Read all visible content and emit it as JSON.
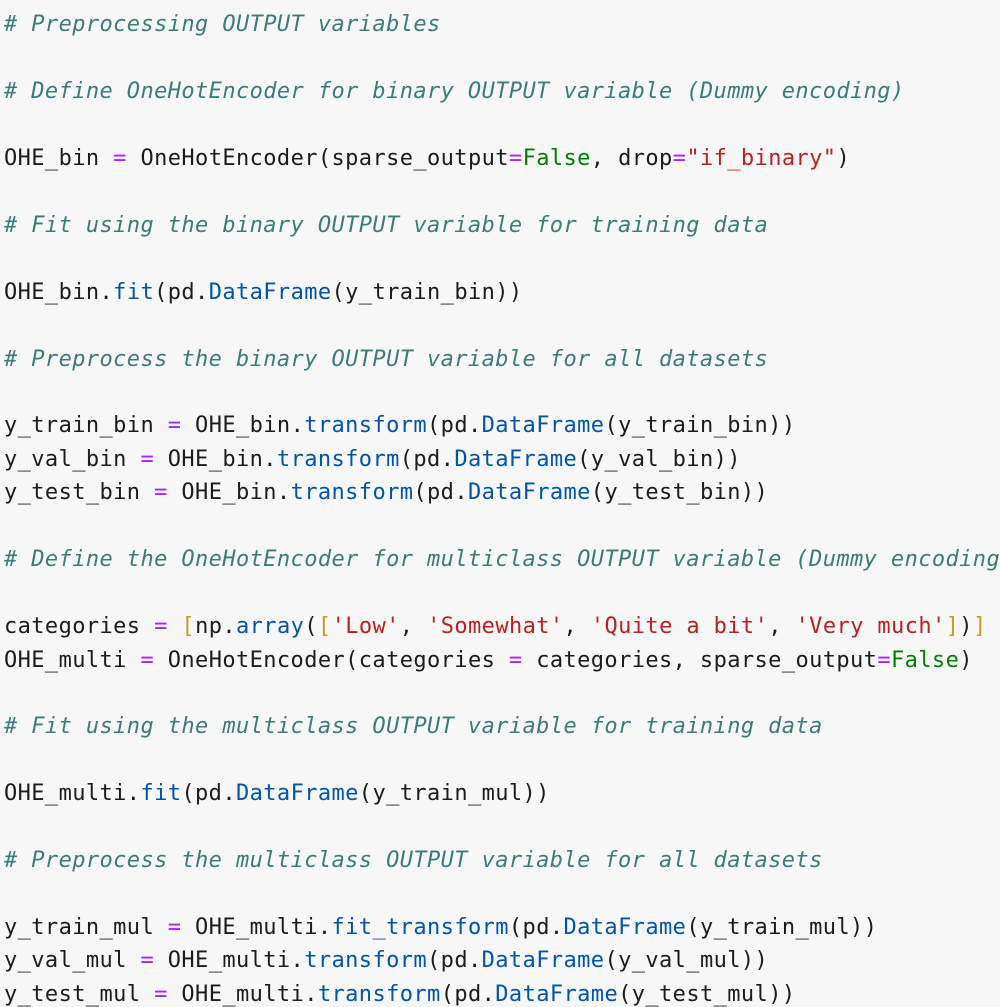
{
  "colors": {
    "background": "#f7f7f7",
    "default": "#1c1c1c",
    "comment": "#3d7b7b",
    "operator": "#aa22ff",
    "keyword": "#008000",
    "string": "#ba2121",
    "builtin": "#0054aa",
    "bracket": "#c89a2a"
  },
  "code_lines": [
    {
      "kind": "comment",
      "tokens": [
        {
          "t": "# Preprocessing OUTPUT variables",
          "c": "comment"
        }
      ]
    },
    {
      "kind": "comment",
      "tokens": [
        {
          "t": "# Define OneHotEncoder for binary OUTPUT variable (Dummy encoding)",
          "c": "comment"
        }
      ]
    },
    {
      "kind": "code",
      "tokens": [
        {
          "t": "OHE_bin ",
          "c": "default"
        },
        {
          "t": "=",
          "c": "operator"
        },
        {
          "t": " OneHotEncoder(sparse_output",
          "c": "default"
        },
        {
          "t": "=",
          "c": "operator"
        },
        {
          "t": "False",
          "c": "keyword"
        },
        {
          "t": ", drop",
          "c": "default"
        },
        {
          "t": "=",
          "c": "operator"
        },
        {
          "t": "\"if_binary\"",
          "c": "string"
        },
        {
          "t": ")",
          "c": "default"
        }
      ]
    },
    {
      "kind": "comment",
      "tokens": [
        {
          "t": "# Fit using the binary OUTPUT variable for training data",
          "c": "comment"
        }
      ]
    },
    {
      "kind": "code",
      "tokens": [
        {
          "t": "OHE_bin.",
          "c": "default"
        },
        {
          "t": "fit",
          "c": "builtin"
        },
        {
          "t": "(pd.",
          "c": "default"
        },
        {
          "t": "DataFrame",
          "c": "builtin"
        },
        {
          "t": "(y_train_bin))",
          "c": "default"
        }
      ]
    },
    {
      "kind": "comment",
      "tokens": [
        {
          "t": "# Preprocess the binary OUTPUT variable for all datasets",
          "c": "comment"
        }
      ]
    },
    {
      "kind": "code",
      "tokens": [
        {
          "t": "y_train_bin ",
          "c": "default"
        },
        {
          "t": "=",
          "c": "operator"
        },
        {
          "t": " OHE_bin.",
          "c": "default"
        },
        {
          "t": "transform",
          "c": "builtin"
        },
        {
          "t": "(pd.",
          "c": "default"
        },
        {
          "t": "DataFrame",
          "c": "builtin"
        },
        {
          "t": "(y_train_bin))",
          "c": "default"
        }
      ]
    },
    {
      "kind": "code",
      "tokens": [
        {
          "t": "y_val_bin ",
          "c": "default"
        },
        {
          "t": "=",
          "c": "operator"
        },
        {
          "t": " OHE_bin.",
          "c": "default"
        },
        {
          "t": "transform",
          "c": "builtin"
        },
        {
          "t": "(pd.",
          "c": "default"
        },
        {
          "t": "DataFrame",
          "c": "builtin"
        },
        {
          "t": "(y_val_bin))",
          "c": "default"
        }
      ]
    },
    {
      "kind": "code",
      "tokens": [
        {
          "t": "y_test_bin ",
          "c": "default"
        },
        {
          "t": "=",
          "c": "operator"
        },
        {
          "t": " OHE_bin.",
          "c": "default"
        },
        {
          "t": "transform",
          "c": "builtin"
        },
        {
          "t": "(pd.",
          "c": "default"
        },
        {
          "t": "DataFrame",
          "c": "builtin"
        },
        {
          "t": "(y_test_bin))",
          "c": "default"
        }
      ]
    },
    {
      "kind": "comment",
      "tokens": [
        {
          "t": "# Define the OneHotEncoder for multiclass OUTPUT variable (Dummy encoding)",
          "c": "comment"
        }
      ]
    },
    {
      "kind": "code",
      "tokens": [
        {
          "t": "categories ",
          "c": "default"
        },
        {
          "t": "=",
          "c": "operator"
        },
        {
          "t": " ",
          "c": "default"
        },
        {
          "t": "[",
          "c": "bracket"
        },
        {
          "t": "np.",
          "c": "default"
        },
        {
          "t": "array",
          "c": "builtin"
        },
        {
          "t": "(",
          "c": "default"
        },
        {
          "t": "[",
          "c": "bracket"
        },
        {
          "t": "'Low'",
          "c": "string"
        },
        {
          "t": ", ",
          "c": "default"
        },
        {
          "t": "'Somewhat'",
          "c": "string"
        },
        {
          "t": ", ",
          "c": "default"
        },
        {
          "t": "'Quite a bit'",
          "c": "string"
        },
        {
          "t": ", ",
          "c": "default"
        },
        {
          "t": "'Very much'",
          "c": "string"
        },
        {
          "t": "]",
          "c": "bracket"
        },
        {
          "t": ")",
          "c": "default"
        },
        {
          "t": "]",
          "c": "bracket"
        }
      ]
    },
    {
      "kind": "code",
      "tokens": [
        {
          "t": "OHE_multi ",
          "c": "default"
        },
        {
          "t": "=",
          "c": "operator"
        },
        {
          "t": " OneHotEncoder(categories ",
          "c": "default"
        },
        {
          "t": "=",
          "c": "operator"
        },
        {
          "t": " categories, sparse_output",
          "c": "default"
        },
        {
          "t": "=",
          "c": "operator"
        },
        {
          "t": "False",
          "c": "keyword"
        },
        {
          "t": ")",
          "c": "default"
        }
      ]
    },
    {
      "kind": "comment",
      "tokens": [
        {
          "t": "# Fit using the multiclass OUTPUT variable for training data",
          "c": "comment"
        }
      ]
    },
    {
      "kind": "code",
      "tokens": [
        {
          "t": "OHE_multi.",
          "c": "default"
        },
        {
          "t": "fit",
          "c": "builtin"
        },
        {
          "t": "(pd.",
          "c": "default"
        },
        {
          "t": "DataFrame",
          "c": "builtin"
        },
        {
          "t": "(y_train_mul))",
          "c": "default"
        }
      ]
    },
    {
      "kind": "comment",
      "tokens": [
        {
          "t": "# Preprocess the multiclass OUTPUT variable for all datasets",
          "c": "comment"
        }
      ]
    },
    {
      "kind": "code",
      "tokens": [
        {
          "t": "y_train_mul ",
          "c": "default"
        },
        {
          "t": "=",
          "c": "operator"
        },
        {
          "t": " OHE_multi.",
          "c": "default"
        },
        {
          "t": "fit_transform",
          "c": "builtin"
        },
        {
          "t": "(pd.",
          "c": "default"
        },
        {
          "t": "DataFrame",
          "c": "builtin"
        },
        {
          "t": "(y_train_mul))",
          "c": "default"
        }
      ]
    },
    {
      "kind": "code",
      "tokens": [
        {
          "t": "y_val_mul ",
          "c": "default"
        },
        {
          "t": "=",
          "c": "operator"
        },
        {
          "t": " OHE_multi.",
          "c": "default"
        },
        {
          "t": "transform",
          "c": "builtin"
        },
        {
          "t": "(pd.",
          "c": "default"
        },
        {
          "t": "DataFrame",
          "c": "builtin"
        },
        {
          "t": "(y_val_mul))",
          "c": "default"
        }
      ]
    },
    {
      "kind": "code",
      "tokens": [
        {
          "t": "y_test_mul ",
          "c": "default"
        },
        {
          "t": "=",
          "c": "operator"
        },
        {
          "t": " OHE_multi.",
          "c": "default"
        },
        {
          "t": "transform",
          "c": "builtin"
        },
        {
          "t": "(pd.",
          "c": "default"
        },
        {
          "t": "DataFrame",
          "c": "builtin"
        },
        {
          "t": "(y_test_mul))",
          "c": "default"
        }
      ]
    }
  ]
}
